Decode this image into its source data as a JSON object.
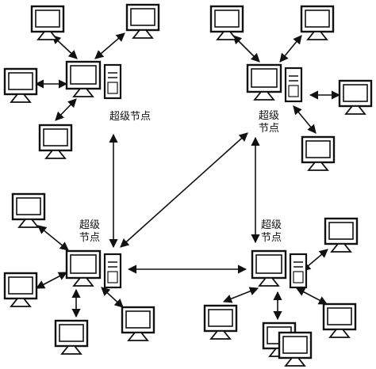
{
  "supernodes": [
    {
      "id": "tl",
      "label_lines": [
        "超级节点"
      ]
    },
    {
      "id": "tr",
      "label_lines": [
        "超级",
        "节点"
      ]
    },
    {
      "id": "bl",
      "label_lines": [
        "超级",
        "节点"
      ]
    },
    {
      "id": "br",
      "label_lines": [
        "超级",
        "节点"
      ]
    }
  ],
  "clients": [
    {
      "id": "tl-1",
      "host": "tl"
    },
    {
      "id": "tl-2",
      "host": "tl"
    },
    {
      "id": "tl-3",
      "host": "tl"
    },
    {
      "id": "tl-4",
      "host": "tl"
    },
    {
      "id": "tr-1",
      "host": "tr"
    },
    {
      "id": "tr-2",
      "host": "tr"
    },
    {
      "id": "tr-3",
      "host": "tr"
    },
    {
      "id": "tr-4",
      "host": "tr"
    },
    {
      "id": "bl-1",
      "host": "bl"
    },
    {
      "id": "bl-2",
      "host": "bl"
    },
    {
      "id": "bl-3",
      "host": "bl"
    },
    {
      "id": "bl-4",
      "host": "bl"
    },
    {
      "id": "br-1",
      "host": "br"
    },
    {
      "id": "br-2",
      "host": "br"
    },
    {
      "id": "br-3",
      "host": "br"
    },
    {
      "id": "br-4",
      "host": "br"
    },
    {
      "id": "br-5",
      "host": "br"
    }
  ],
  "links": [
    [
      "tl",
      "bl"
    ],
    [
      "bl",
      "tr"
    ],
    [
      "bl",
      "br"
    ],
    [
      "tr",
      "br"
    ]
  ],
  "colors": {
    "stroke": "#111111",
    "background": "#ffffff"
  }
}
